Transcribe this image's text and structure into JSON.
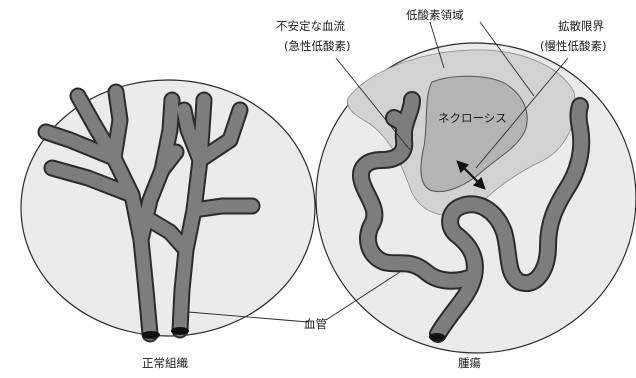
{
  "labels": {
    "acute_hypoxia_line1": "不安定な血流",
    "acute_hypoxia_line2": "(急性低酸素)",
    "hypoxic_region": "低酸素領域",
    "diffusion_limit_line1": "拡散限界",
    "diffusion_limit_line2": "(慢性低酸素)",
    "necrosis": "ネクローシス",
    "blood_vessel": "血管",
    "normal_tissue": "正常組織",
    "tumor": "腫瘍"
  },
  "colors": {
    "tissue_fill": "#ebebeb",
    "hypoxic_fill": "#d2d2d2",
    "necrosis_fill": "#b4b4b4",
    "vessel_fill": "#7d7d7d",
    "vessel_outline": "#2b2b2b",
    "outline": "#2a2a2a"
  }
}
